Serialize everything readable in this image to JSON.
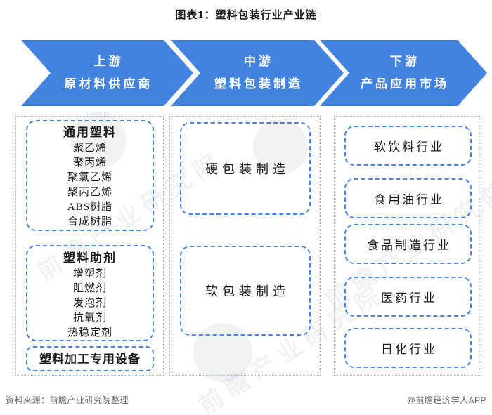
{
  "title": "图表1：塑料包装行业产业链",
  "arrows": [
    {
      "stage": "上游",
      "label": "原材料供应商"
    },
    {
      "stage": "中游",
      "label": "塑料包装制造"
    },
    {
      "stage": "下游",
      "label": "产品应用市场"
    }
  ],
  "columns": {
    "upstream": {
      "groups": [
        {
          "header": "通用塑料",
          "items": [
            "聚乙烯",
            "聚丙烯",
            "聚氯乙烯",
            "聚丙乙烯",
            "ABS树脂",
            "合成树脂"
          ]
        },
        {
          "header": "塑料助剂",
          "items": [
            "增塑剂",
            "阻燃剂",
            "发泡剂",
            "抗氧剂",
            "热稳定剂"
          ]
        },
        {
          "header": "塑料加工专用设备",
          "items": []
        }
      ]
    },
    "midstream": {
      "boxes": [
        "硬包装制造",
        "软包装制造"
      ]
    },
    "downstream": {
      "boxes": [
        "软饮料行业",
        "食用油行业",
        "食品制造行业",
        "医药行业",
        "日化行业"
      ]
    }
  },
  "footer": {
    "source": "资料来源：前瞻产业研究院整理",
    "credit": "@前瞻经济学人APP"
  },
  "watermarks": [
    "前瞻产业研究院",
    "前瞻产业研究院",
    "前瞻产业研究院"
  ],
  "colors": {
    "arrow_blue": "#4183DF",
    "dashed_border_blue": "#4786E5",
    "outer_dotted_border": "#9FB2CE",
    "arrow_text": "#FFFFFF",
    "title_text": "#1A1A1A",
    "box_text": "#1A1A1A",
    "footer_text": "#666666"
  }
}
